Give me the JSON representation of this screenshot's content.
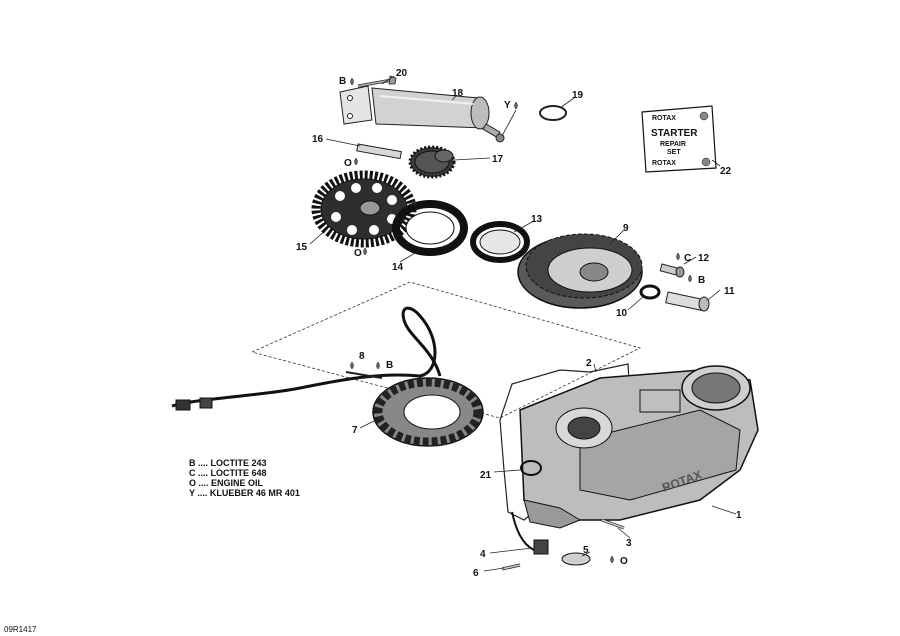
{
  "callouts": {
    "p1": "1",
    "p2": "2",
    "p3": "3",
    "p4": "4",
    "p5": "5",
    "p6": "6",
    "p7": "7",
    "p8": "8",
    "p9": "9",
    "p10": "10",
    "p11": "11",
    "p12": "12",
    "p13": "13",
    "p14": "14",
    "p15": "15",
    "p16": "16",
    "p17": "17",
    "p18": "18",
    "p19": "19",
    "p20": "20",
    "p21": "21",
    "p22": "22"
  },
  "symbols": {
    "b_top": "B",
    "y_starter": "Y",
    "o_shaft": "O",
    "o_gear": "O",
    "c_12": "C",
    "b_11": "B",
    "b_8": "B",
    "o_5": "O"
  },
  "kit_card": {
    "brand_top": "ROTAX",
    "title": "STARTER",
    "line2": "REPAIR",
    "line3": "SET",
    "brand_bottom": "ROTAX"
  },
  "cover_brand": "ROTAX",
  "legend": [
    {
      "code": "B",
      "text": "B .... LOCTITE 243"
    },
    {
      "code": "C",
      "text": "C .... LOCTITE 648"
    },
    {
      "code": "O",
      "text": "O .... ENGINE OIL"
    },
    {
      "code": "Y",
      "text": "Y .... KLUEBER 46 MR 401"
    }
  ],
  "drawing_id": "09R1417"
}
